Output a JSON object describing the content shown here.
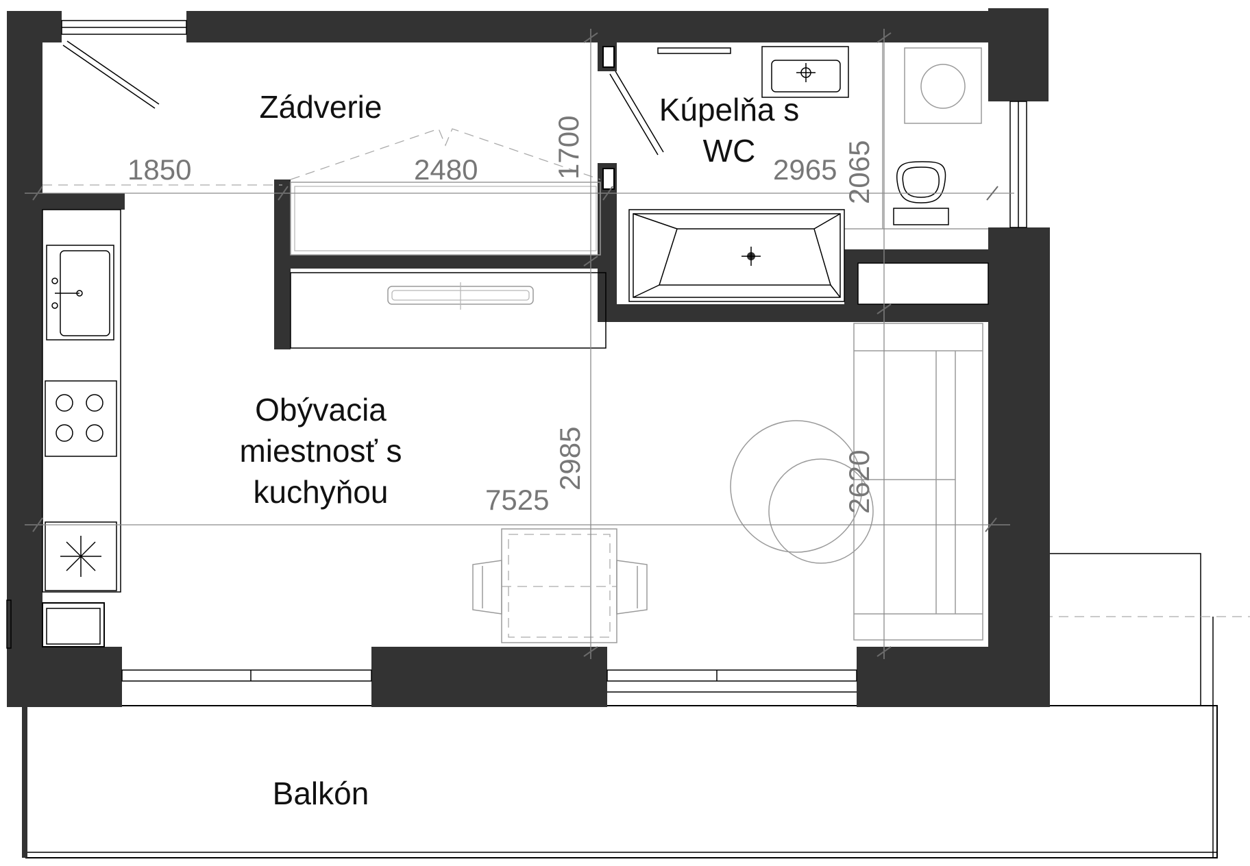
{
  "rooms": {
    "entry": "Zádverie",
    "bathroom_line1": "Kúpelňa s",
    "bathroom_line2": "WC",
    "living_line1": "Obývacia",
    "living_line2": "miestnosť s",
    "living_line3": "kuchyňou",
    "balcony": "Balkón"
  },
  "dimensions": {
    "d1850": "1850",
    "d2480": "2480",
    "d1700": "1700",
    "d2965": "2965",
    "d2065": "2065",
    "d7525": "7525",
    "d2985": "2985",
    "d2620": "2620"
  },
  "colors": {
    "wall": "#333333",
    "dimension": "#777777"
  }
}
